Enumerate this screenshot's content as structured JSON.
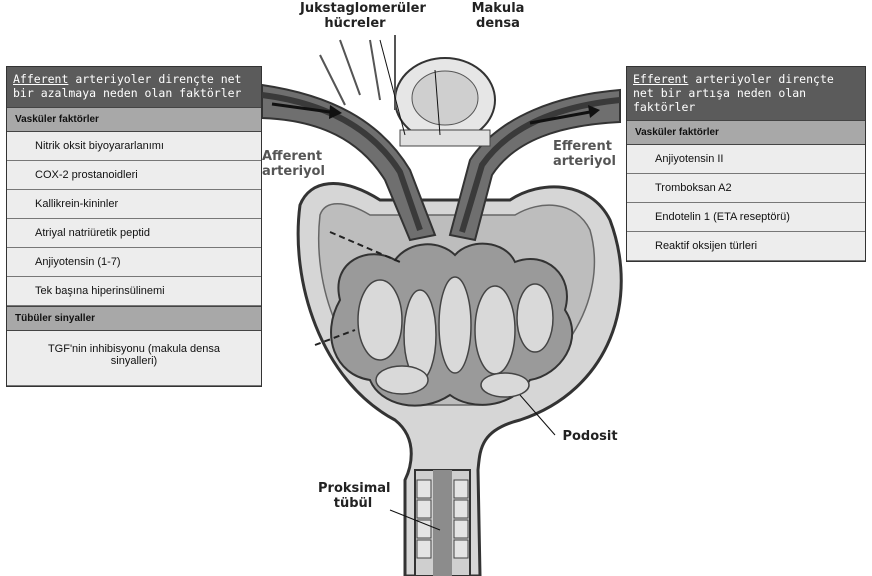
{
  "labels": {
    "juxta": "Jukstaglomerüler hücreler",
    "macula": "Makula densa",
    "afferent": "Afferent arteriyol",
    "efferent": "Efferent arteriyol",
    "podosit": "Podosit",
    "proximal": "Proksimal tübül"
  },
  "left_panel": {
    "title_underlined": "Afferent",
    "title_rest": " arteriyoler dirençte net bir azalmaya neden olan faktörler",
    "section1": "Vasküler faktörler",
    "items": [
      "Nitrik oksit biyoyararlanımı",
      "COX-2 prostanoidleri",
      "Kallikrein-kininler",
      "Atriyal natriüretik peptid",
      "Anjiyotensin (1-7)",
      "Tek başına hiperinsülinemi"
    ],
    "section2": "Tübüler sinyaller",
    "tubular_item": "TGF'nin inhibisyonu (makula densa sinyalleri)"
  },
  "right_panel": {
    "title_underlined": "Efferent",
    "title_rest": " arteriyoler dirençte net bir artışa neden olan faktörler",
    "section1": "Vasküler faktörler",
    "items": [
      "Anjiyotensin II",
      "Tromboksan A2",
      "Endotelin 1 (ETA reseptörü)",
      "Reaktif oksijen türleri"
    ]
  }
}
